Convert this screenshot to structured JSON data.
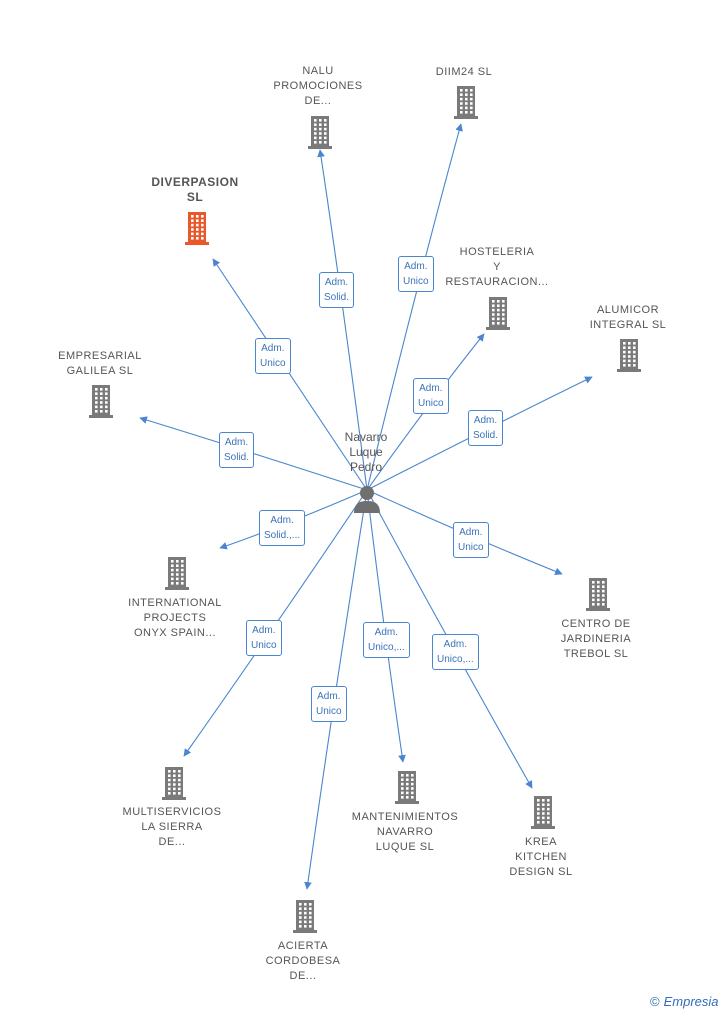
{
  "center": {
    "label": "Navarro\nLuque\nPedro"
  },
  "nodes": [
    {
      "id": "nalu",
      "label": "NALU\nPROMOCIONES\nDE...",
      "highlight": false
    },
    {
      "id": "diim24",
      "label": "DIIM24  SL",
      "highlight": false
    },
    {
      "id": "diverpasion",
      "label": "DIVERPASION\nSL",
      "highlight": true
    },
    {
      "id": "hosteleria",
      "label": "HOSTELERIA\nY\nRESTAURACION...",
      "highlight": false
    },
    {
      "id": "alumicor",
      "label": "ALUMICOR\nINTEGRAL  SL",
      "highlight": false
    },
    {
      "id": "empresarial",
      "label": "EMPRESARIAL\nGALILEA  SL",
      "highlight": false
    },
    {
      "id": "international",
      "label": "INTERNATIONAL\nPROJECTS\nONYX SPAIN...",
      "highlight": false
    },
    {
      "id": "centro",
      "label": "CENTRO DE\nJARDINERIA\nTREBOL SL",
      "highlight": false
    },
    {
      "id": "multiservicios",
      "label": "MULTISERVICIOS\nLA SIERRA\nDE...",
      "highlight": false
    },
    {
      "id": "mantenimientos",
      "label": "MANTENIMIENTOS\nNAVARRO\nLUQUE  SL",
      "highlight": false
    },
    {
      "id": "krea",
      "label": "KREA\nKITCHEN\nDESIGN  SL",
      "highlight": false
    },
    {
      "id": "acierta",
      "label": "ACIERTA\nCORDOBESA\nDE...",
      "highlight": false
    }
  ],
  "edges": [
    {
      "to": "nalu",
      "label": "Adm.\nSolid."
    },
    {
      "to": "diim24",
      "label": "Adm.\nUnico"
    },
    {
      "to": "diverpasion",
      "label": "Adm.\nUnico"
    },
    {
      "to": "hosteleria",
      "label": "Adm.\nUnico"
    },
    {
      "to": "alumicor",
      "label": "Adm.\nSolid."
    },
    {
      "to": "empresarial",
      "label": "Adm.\nSolid."
    },
    {
      "to": "international",
      "label": "Adm.\nSolid.,..."
    },
    {
      "to": "centro",
      "label": "Adm.\nUnico"
    },
    {
      "to": "multiservicios",
      "label": "Adm.\nUnico"
    },
    {
      "to": "mantenimientos",
      "label": "Adm.\nUnico,..."
    },
    {
      "to": "krea",
      "label": "Adm.\nUnico,..."
    },
    {
      "to": "acierta",
      "label": "Adm.\nUnico"
    }
  ],
  "colors": {
    "edge": "#4a86cf",
    "building": "#7a7a7a",
    "building_highlight": "#e8582a",
    "person": "#6f6f6f"
  },
  "footer": {
    "copyright": "©",
    "brand": "Empresia"
  }
}
